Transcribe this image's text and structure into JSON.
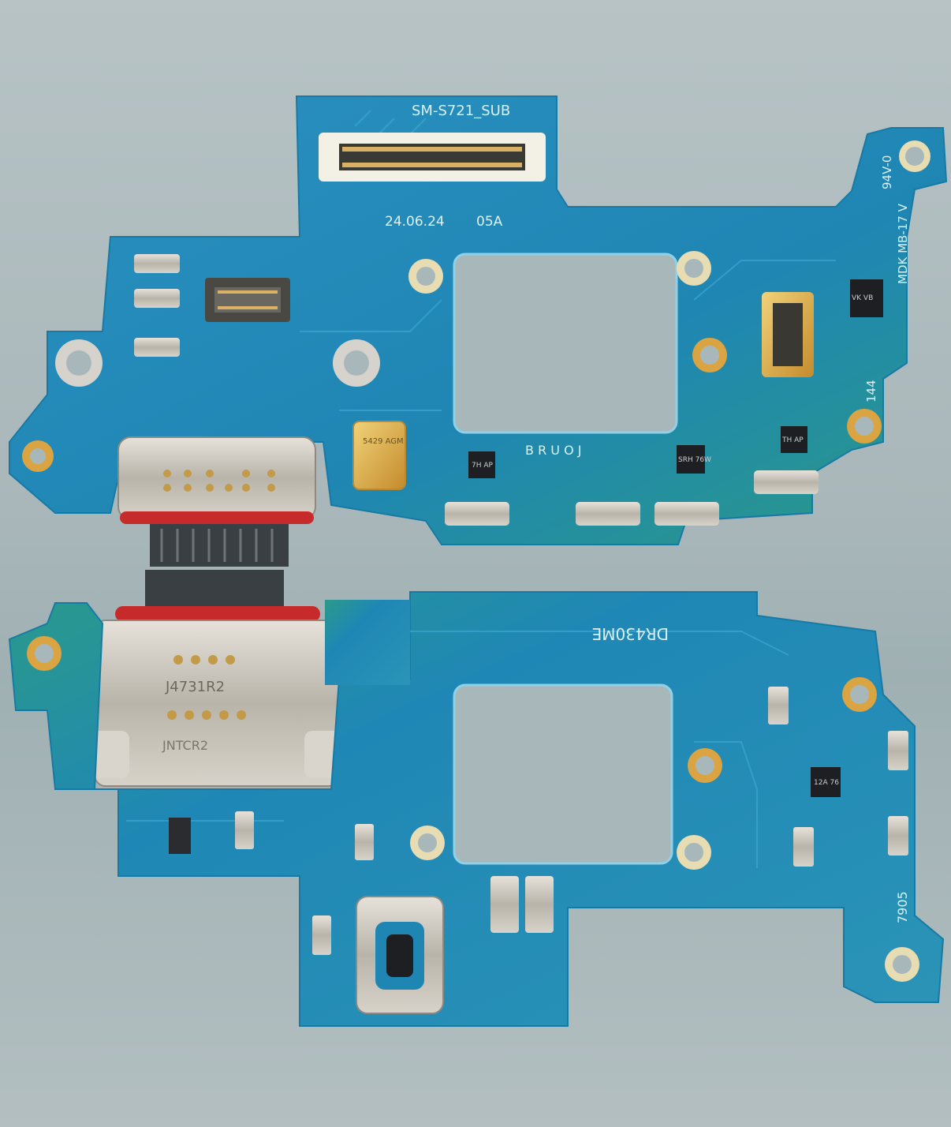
{
  "photo": {
    "subject": "USB-C charging port sub-board, front and back",
    "colors": {
      "background": "#aab8bb",
      "pcb": "#1e8ab8",
      "pcb_edge": "#2a9c8c",
      "gold": "#d9a441",
      "metal": "#c9c5bd",
      "gasket": "#d12c2c"
    }
  },
  "top_board": {
    "model_label": "SM-S721_SUB",
    "date_label": "24.06.24",
    "rev_label": "05A",
    "pin_label": "B R U O J",
    "side_label_1": "MDK MB-17 V",
    "side_label_2": "94V-0",
    "side_label_3": "144",
    "chip_labels": [
      "7H AP",
      "SRH 76W",
      "TH AP",
      "VK VB"
    ],
    "crystal_label": "5429 AGM"
  },
  "bottom_board": {
    "part_label": "DR430ME",
    "connector_label_1": "J4731R2",
    "connector_label_2": "JNTCR2",
    "code_label": "7905",
    "chip_label": "12A 76"
  }
}
